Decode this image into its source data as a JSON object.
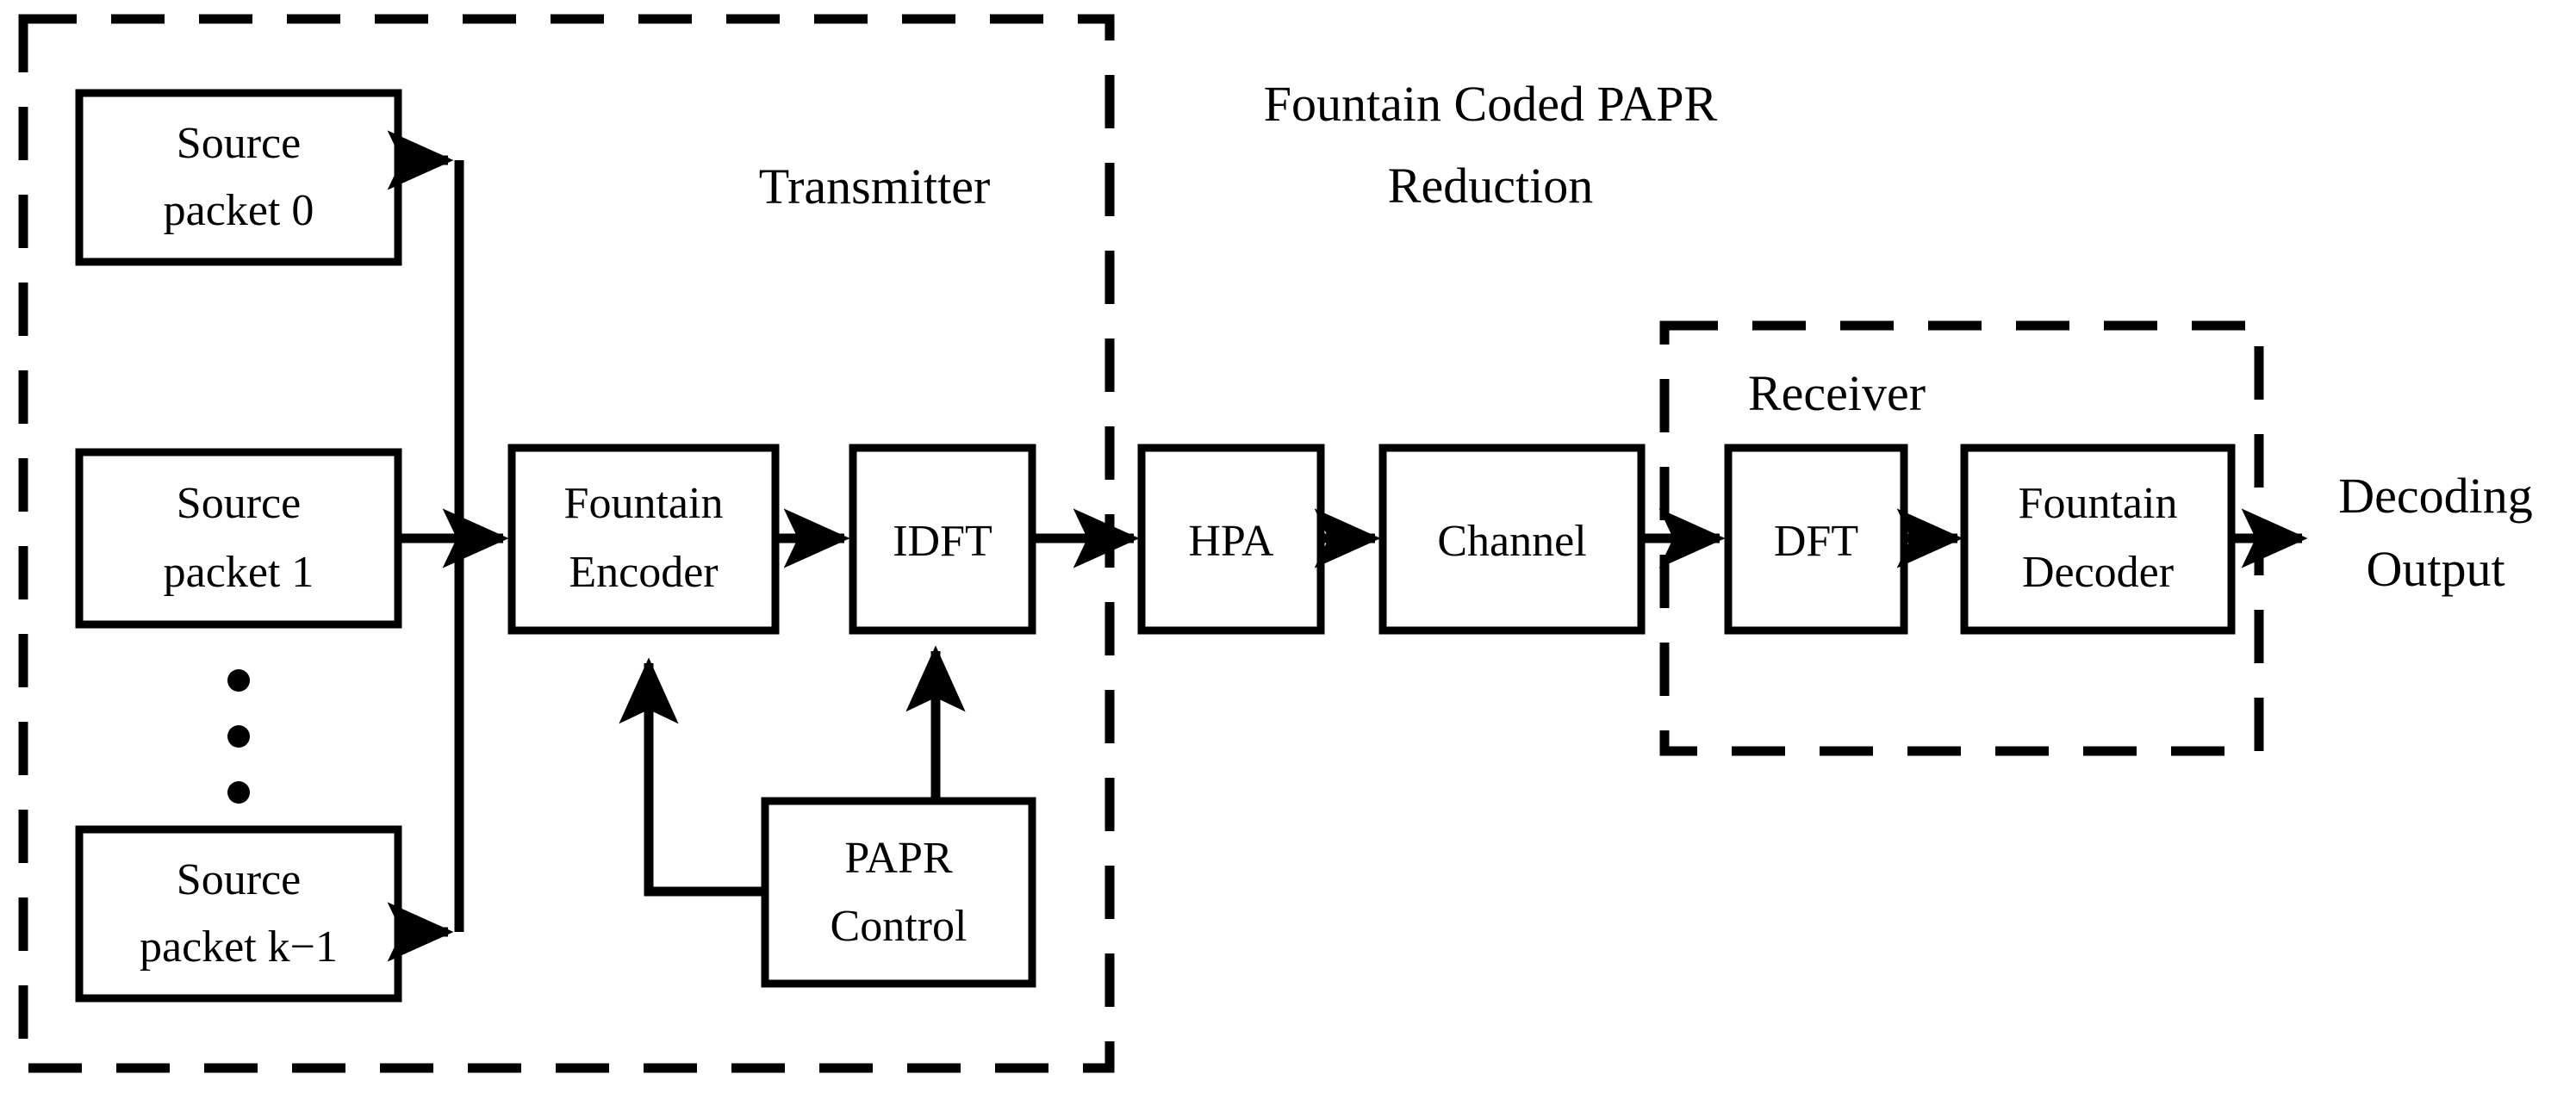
{
  "figure": {
    "type": "block-diagram",
    "title": "Fountain Coded PAPR Reduction",
    "title_line1": "Fountain Coded PAPR",
    "title_line2": "Reduction",
    "background": "#ffffff",
    "stroke_color": "#000000"
  },
  "groups": {
    "transmitter": {
      "label": "Transmitter",
      "border": "dashed"
    },
    "receiver": {
      "label": "Receiver",
      "border": "dashed"
    }
  },
  "blocks": {
    "source0": {
      "line1": "Source",
      "line2": "packet 0"
    },
    "source1": {
      "line1": "Source",
      "line2": "packet 1"
    },
    "sourcek": {
      "line1": "Source",
      "line2": "packet k−1"
    },
    "encoder": {
      "line1": "Fountain",
      "line2": "Encoder"
    },
    "idft": {
      "line1": "IDFT",
      "line2": ""
    },
    "papr": {
      "line1": "PAPR",
      "line2": "Control"
    },
    "hpa": {
      "line1": "HPA",
      "line2": ""
    },
    "channel": {
      "line1": "Channel",
      "line2": ""
    },
    "dft": {
      "line1": "DFT",
      "line2": ""
    },
    "decoder": {
      "line1": "Fountain",
      "line2": "Decoder"
    }
  },
  "output": {
    "line1": "Decoding",
    "line2": "Output"
  },
  "ellipsis": {
    "symbol": "•",
    "count": 3
  },
  "connections": [
    {
      "from": "source0",
      "to": "bus",
      "arrow": "single"
    },
    {
      "from": "source1",
      "to": "encoder",
      "arrow": "single"
    },
    {
      "from": "sourcek",
      "to": "bus",
      "arrow": "single"
    },
    {
      "from": "encoder",
      "to": "idft",
      "arrow": "single"
    },
    {
      "from": "idft",
      "to": "hpa",
      "arrow": "single"
    },
    {
      "from": "hpa",
      "to": "channel",
      "arrow": "single"
    },
    {
      "from": "channel",
      "to": "dft",
      "arrow": "single"
    },
    {
      "from": "dft",
      "to": "decoder",
      "arrow": "single"
    },
    {
      "from": "decoder",
      "to": "output",
      "arrow": "single"
    },
    {
      "from": "papr",
      "to": "encoder",
      "arrow": "single"
    },
    {
      "from": "idft",
      "to": "papr",
      "arrow": "double"
    }
  ]
}
